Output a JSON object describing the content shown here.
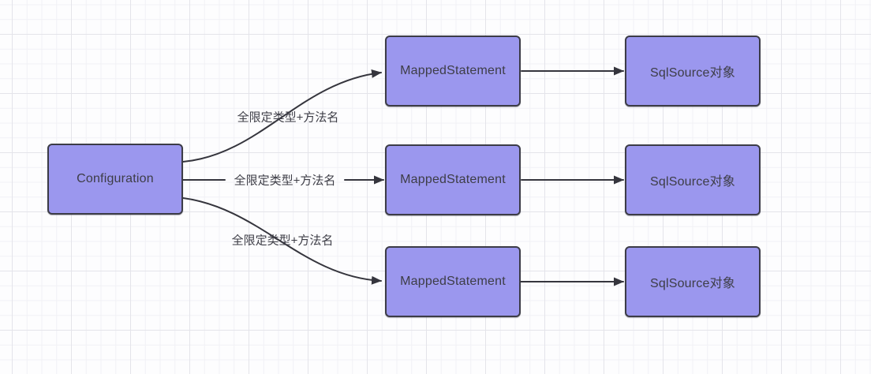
{
  "diagram": {
    "nodes": {
      "configuration": {
        "label": "Configuration"
      },
      "mapped_statement_1": {
        "label": "MappedStatement"
      },
      "mapped_statement_2": {
        "label": "MappedStatement"
      },
      "mapped_statement_3": {
        "label": "MappedStatement"
      },
      "sqlsource_1": {
        "label": "SqlSource对象"
      },
      "sqlsource_2": {
        "label": "SqlSource对象"
      },
      "sqlsource_3": {
        "label": "SqlSource对象"
      }
    },
    "edges": {
      "config_to_ms1": {
        "label": "全限定类型+方法名"
      },
      "config_to_ms2": {
        "label": "全限定类型+方法名"
      },
      "config_to_ms3": {
        "label": "全限定类型+方法名"
      }
    },
    "colors": {
      "background": "#fdfdfe",
      "grid_minor": "#f1f1f5",
      "grid_major": "#e4e4ea",
      "node_fill": "#9b97ee",
      "node_border": "#3c3c47",
      "edge_color": "#35353d",
      "text_color": "#3d3d46"
    }
  }
}
